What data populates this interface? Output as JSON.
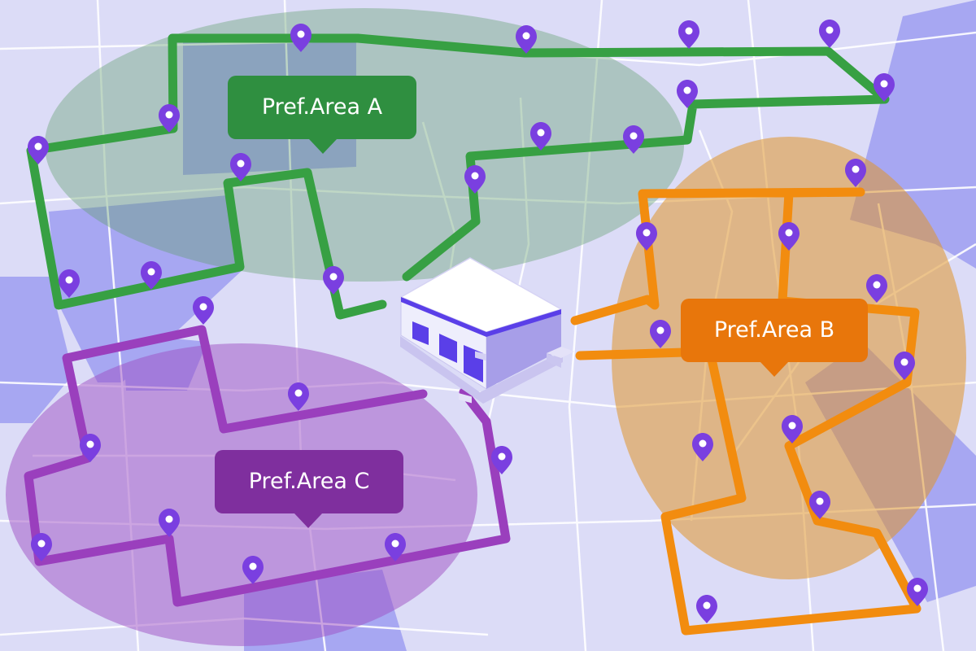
{
  "areas": {
    "a": {
      "label": "Pref.Area A",
      "color": "#2f8f40"
    },
    "b": {
      "label": "Pref.Area B",
      "color": "#e8760b"
    },
    "c": {
      "label": "Pref.Area C",
      "color": "#7f2f9e"
    }
  },
  "colors": {
    "background": "#dcdcf7",
    "block_fill": "#a7a7f2",
    "road": "#ffffff",
    "pin": "#7a3fe0",
    "route_a": "#37a043",
    "route_b": "#f28c0f",
    "route_c": "#9a3fbd"
  },
  "icons": [
    "map-pin-icon",
    "warehouse-icon"
  ]
}
